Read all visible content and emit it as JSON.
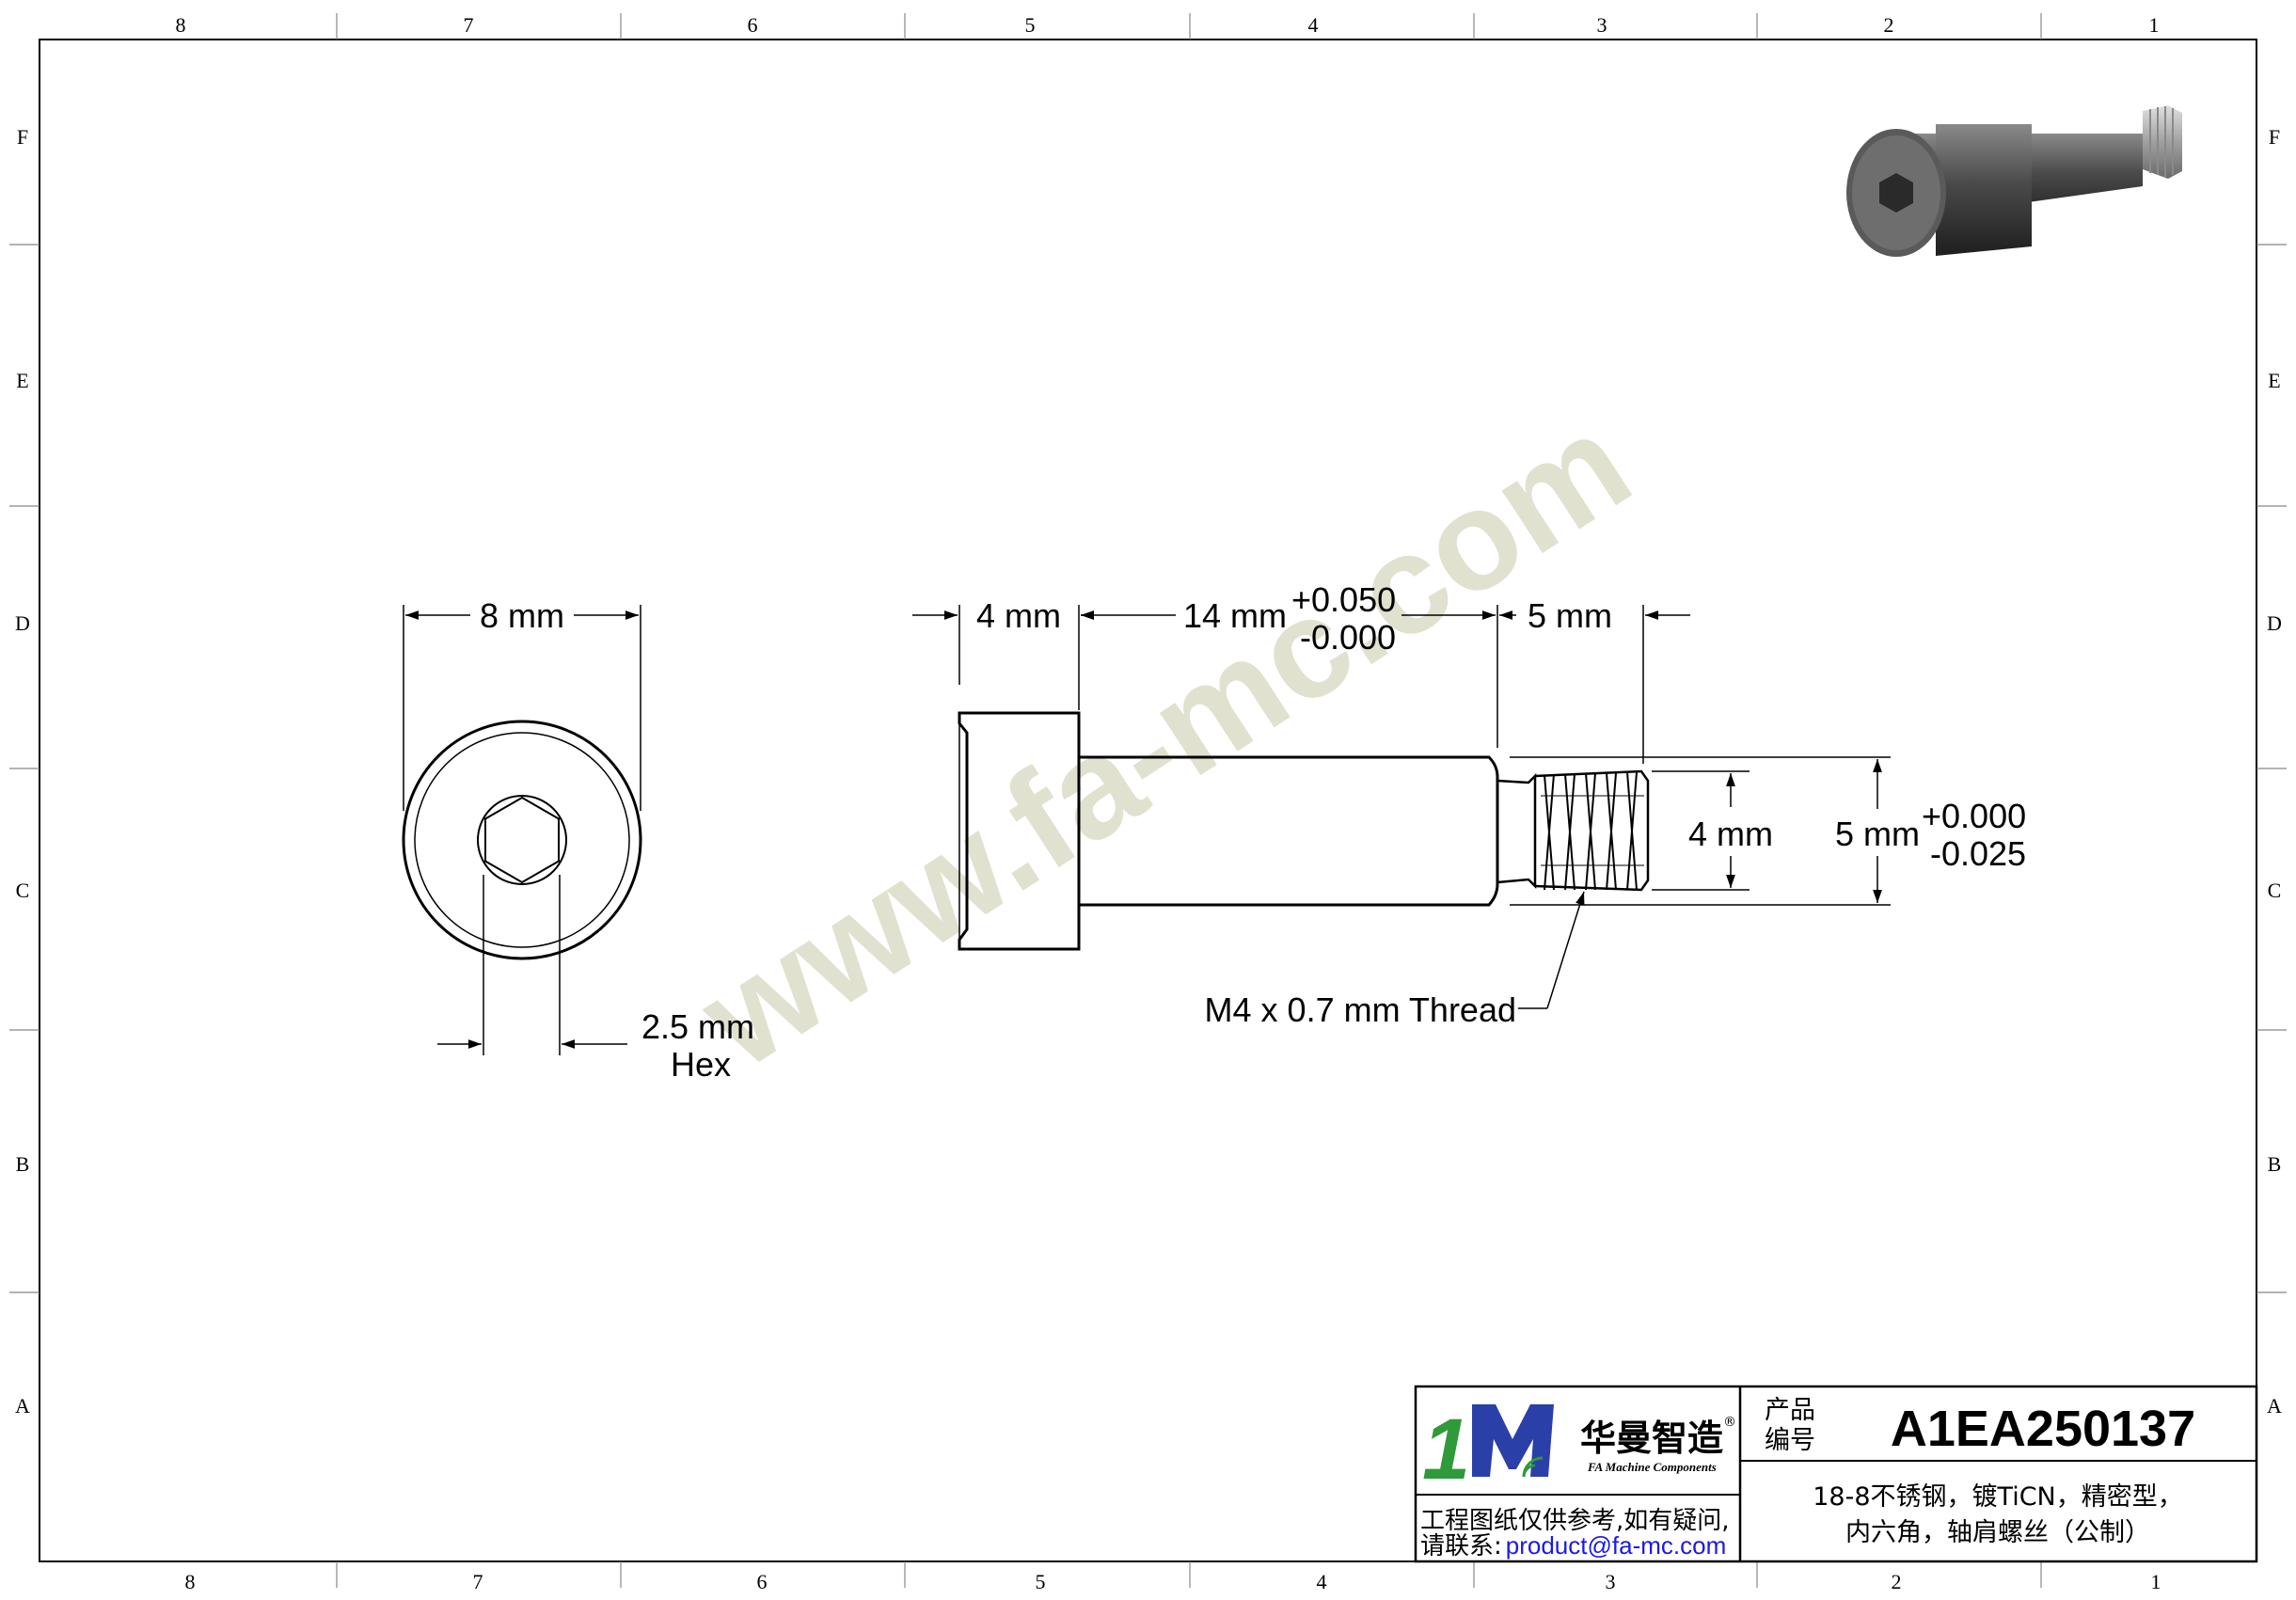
{
  "frame": {
    "columns_top": [
      "8",
      "7",
      "6",
      "5",
      "4",
      "3",
      "2",
      "1"
    ],
    "columns_bottom": [
      "8",
      "7",
      "6",
      "5",
      "4",
      "3",
      "2",
      "1"
    ],
    "rows": [
      "F",
      "E",
      "D",
      "C",
      "B",
      "A"
    ]
  },
  "watermark": "www.fa-mc.com",
  "front_view": {
    "diameter_label": "8 mm",
    "hex_label": "2.5 mm",
    "hex_label2": "Hex"
  },
  "side_view": {
    "head_length": "4 mm",
    "shoulder_length": "14 mm",
    "shoulder_tol_plus": "+0.050",
    "shoulder_tol_minus": "-0.000",
    "thread_length": "5 mm",
    "thread_dia": "4 mm",
    "shoulder_dia": "5 mm",
    "shoulder_dia_tol_plus": "+0.000",
    "shoulder_dia_tol_minus": "-0.025",
    "thread_callout": "M4 x 0.7 mm Thread"
  },
  "title_block": {
    "logo_mark": "1M",
    "company_cn": "华曼智造",
    "company_en": "FA Machine Components",
    "registered": "®",
    "product_label_1": "产品",
    "product_label_2": "编号",
    "part_number": "A1EA250137",
    "description_line1": "18-8不锈钢，镀TiCN，精密型，",
    "description_line2": "内六角，轴肩螺丝（公制）",
    "note_line1": "工程图纸仅供参考,如有疑问,",
    "note_line2_prefix": "请联系:",
    "contact_email": "product@fa-mc.com"
  },
  "colors": {
    "logo_green": "#2e9a3a",
    "logo_blue": "#2b3fa8",
    "email_blue": "#1a1ae6",
    "watermark": "#c9c9a8"
  }
}
